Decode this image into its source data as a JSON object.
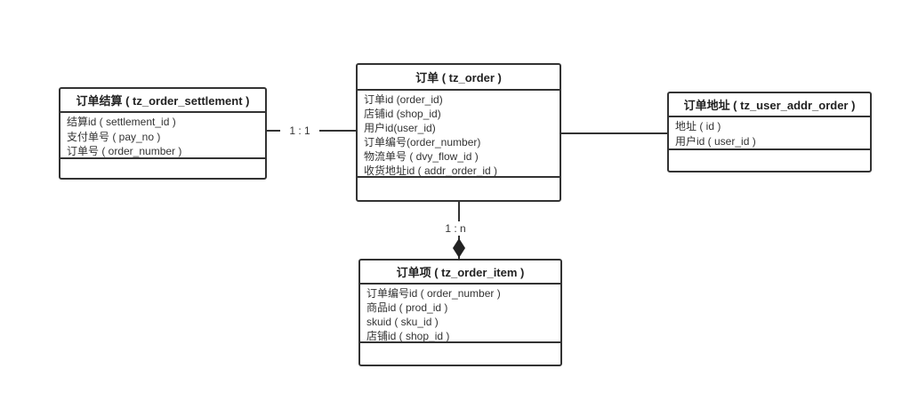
{
  "diagram": {
    "background_color": "#ffffff",
    "line_color": "#333333",
    "text_color": "#333333",
    "entities": [
      {
        "id": "tz_order_settlement",
        "title": "订单结算 ( tz_order_settlement )",
        "fields": [
          "结算id ( settlement_id )",
          "支付单号 ( pay_no )",
          "订单号 ( order_number )"
        ]
      },
      {
        "id": "tz_order",
        "title": "订单 ( tz_order )",
        "fields": [
          "订单id (order_id)",
          "店铺id (shop_id)",
          "用户id(user_id)",
          "订单编号(order_number)",
          "物流单号 ( dvy_flow_id )",
          "收货地址id ( addr_order_id )"
        ]
      },
      {
        "id": "tz_user_addr_order",
        "title": "订单地址 ( tz_user_addr_order )",
        "fields": [
          "地址 ( id )",
          "用户id ( user_id )"
        ]
      },
      {
        "id": "tz_order_item",
        "title": "订单项 ( tz_order_item )",
        "fields": [
          "订单编号id ( order_number )",
          "商品id ( prod_id )",
          "skuid ( sku_id )",
          "店铺id ( shop_id )"
        ]
      }
    ],
    "relations": [
      {
        "from": "tz_order_settlement",
        "to": "tz_order",
        "label": "1 : 1",
        "arrow": "none"
      },
      {
        "from": "tz_order",
        "to": "tz_user_addr_order",
        "label": "",
        "arrow": "none"
      },
      {
        "from": "tz_order",
        "to": "tz_order_item",
        "label": "1 : n",
        "arrow": "filled-diamond"
      }
    ]
  }
}
